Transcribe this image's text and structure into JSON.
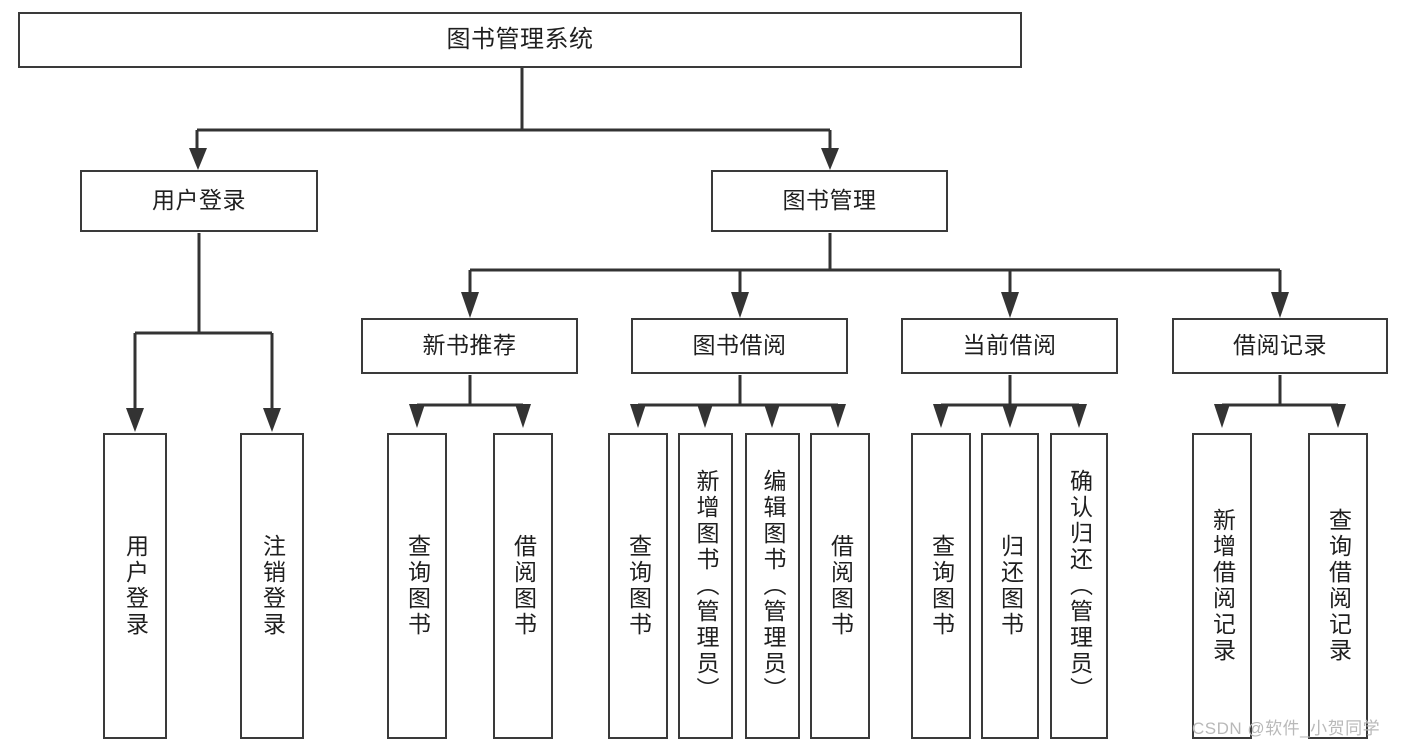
{
  "diagram": {
    "title": "图书管理系统",
    "watermark": "CSDN @软件_小贺同学",
    "colors": {
      "box_border": "#3a3a3a",
      "box_fill": "#ffffff",
      "connector": "#333333",
      "text": "#1f1f1f",
      "watermark": "#b9b9b9",
      "background": "#ffffff"
    },
    "root": {
      "label": "图书管理系统"
    },
    "level2": [
      {
        "label": "用户登录"
      },
      {
        "label": "图书管理"
      }
    ],
    "level3": [
      {
        "label": "新书推荐"
      },
      {
        "label": "图书借阅"
      },
      {
        "label": "当前借阅"
      },
      {
        "label": "借阅记录"
      }
    ],
    "leaves": {
      "user_login": [
        {
          "label": "用户登录"
        },
        {
          "label": "注销登录"
        }
      ],
      "new_book_recommend": [
        {
          "label": "查询图书"
        },
        {
          "label": "借阅图书"
        }
      ],
      "book_borrow": [
        {
          "label": "查询图书"
        },
        {
          "label": "新增图书（管理员）"
        },
        {
          "label": "编辑图书（管理员）"
        },
        {
          "label": "借阅图书"
        }
      ],
      "current_borrow": [
        {
          "label": "查询图书"
        },
        {
          "label": "归还图书"
        },
        {
          "label": "确认归还（管理员）"
        }
      ],
      "borrow_records": [
        {
          "label": "新增借阅记录"
        },
        {
          "label": "查询借阅记录"
        }
      ]
    }
  }
}
